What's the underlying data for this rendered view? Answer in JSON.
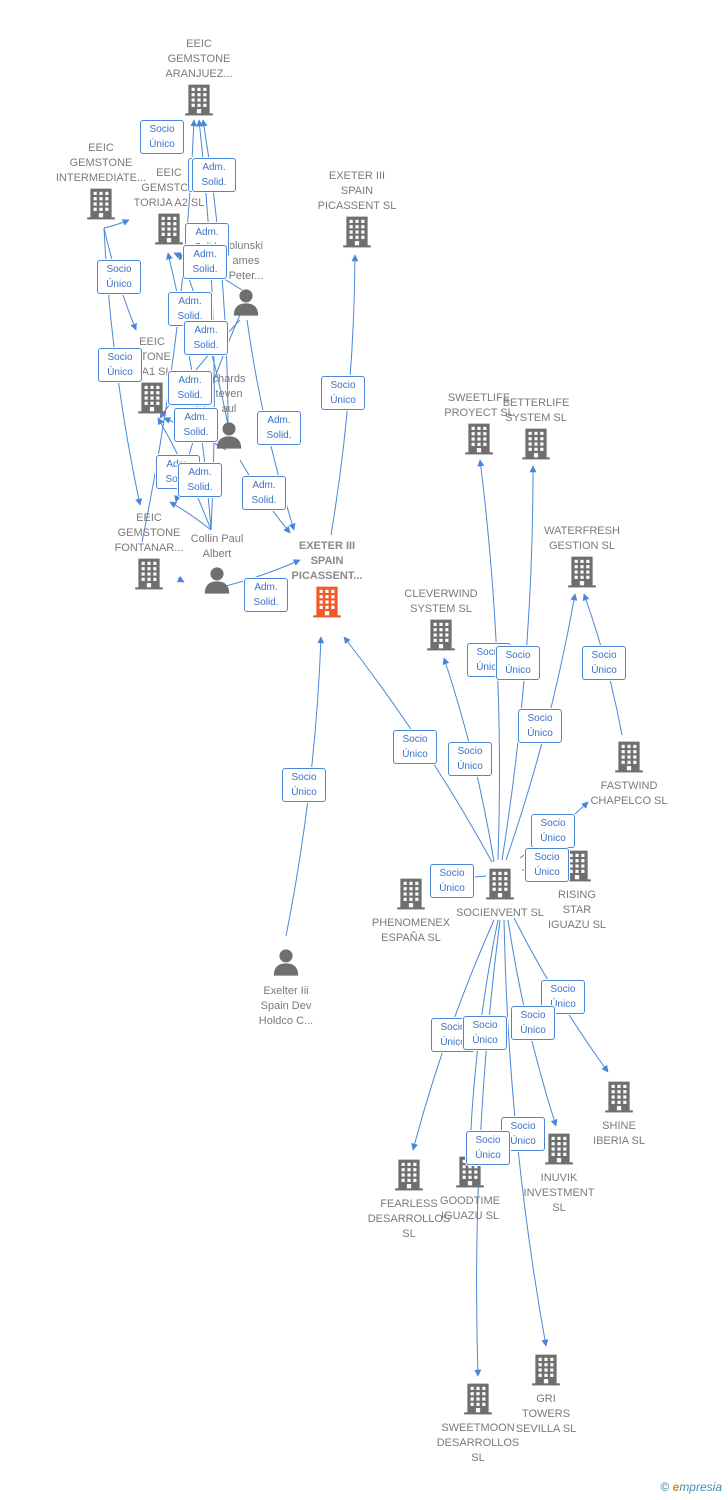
{
  "colors": {
    "edge": "#4a86d8",
    "badge_border": "#4a86d8",
    "badge_text": "#3a72c6",
    "node_icon": "#6f6f6f",
    "main_icon": "#f05a28",
    "label": "#7a7a7a"
  },
  "nodes": [
    {
      "id": "aranjuez",
      "kind": "company",
      "label": "EEIC\nGEMSTONE\nARANJUEZ...",
      "icon": "building-icon"
    },
    {
      "id": "intermediate",
      "kind": "company",
      "label": "EEIC\nGEMSTONE\nINTERMEDIATE...",
      "icon": "building-icon"
    },
    {
      "id": "torija",
      "kind": "company",
      "label": "EEIC\nGEMSTON\nTORIJA A2 SL",
      "icon": "building-icon"
    },
    {
      "id": "picassent_top",
      "kind": "company",
      "label": "EXETER III\nSPAIN\nPICASSENT SL",
      "icon": "building-icon"
    },
    {
      "id": "kolunski",
      "kind": "person",
      "label": "olunski\names\nPeter...",
      "icon": "person-icon"
    },
    {
      "id": "a1",
      "kind": "company",
      "label": "EEIC\nSTONE\nA A1 SL",
      "icon": "building-icon"
    },
    {
      "id": "richards",
      "kind": "person",
      "label": "chards\nteven\naul",
      "icon": "person-icon"
    },
    {
      "id": "fontanar",
      "kind": "company",
      "label": "EEIC\nGEMSTONE\nFONTANAR...",
      "icon": "building-icon"
    },
    {
      "id": "collin",
      "kind": "person",
      "label": "Collin Paul\nAlbert",
      "icon": "person-icon"
    },
    {
      "id": "main",
      "kind": "company",
      "main": true,
      "label": "EXETER III\nSPAIN\nPICASSENT...",
      "icon": "building-icon"
    },
    {
      "id": "exelter",
      "kind": "person",
      "label": "Exelter Iii\nSpain Dev\nHoldco C...",
      "icon": "person-icon"
    },
    {
      "id": "sweetlife",
      "kind": "company",
      "label": "SWEETLIFE\nPROYECT SL",
      "icon": "building-icon"
    },
    {
      "id": "betterlife",
      "kind": "company",
      "label": "BETTERLIFE\nSYSTEM SL",
      "icon": "building-icon"
    },
    {
      "id": "waterfresh",
      "kind": "company",
      "label": "WATERFRESH\nGESTION SL",
      "icon": "building-icon"
    },
    {
      "id": "cleverwind",
      "kind": "company",
      "label": "CLEVERWIND\nSYSTEM SL",
      "icon": "building-icon"
    },
    {
      "id": "fastwind",
      "kind": "company",
      "label": "FASTWIND\nCHAPELCO SL",
      "icon": "building-icon"
    },
    {
      "id": "rising",
      "kind": "company",
      "label": "RISING\nSTAR\nIGUAZU SL",
      "icon": "building-icon"
    },
    {
      "id": "phenomenex",
      "kind": "company",
      "label": "PHENOMENEX\nESPAÑA SL",
      "icon": "building-icon"
    },
    {
      "id": "socienvent",
      "kind": "company",
      "label": "SOCIENVENT SL",
      "icon": "building-icon"
    },
    {
      "id": "shine",
      "kind": "company",
      "label": "SHINE\nIBERIA SL",
      "icon": "building-icon"
    },
    {
      "id": "inuvik",
      "kind": "company",
      "label": "INUVIK\nINVESTMENT\nSL",
      "icon": "building-icon"
    },
    {
      "id": "fearless",
      "kind": "company",
      "label": "FEARLESS\nDESARROLLOS\nSL",
      "icon": "building-icon"
    },
    {
      "id": "goodtime",
      "kind": "company",
      "label": "GOODTIME\nIGUAZU SL",
      "icon": "building-icon"
    },
    {
      "id": "gri",
      "kind": "company",
      "label": "GRI\nTOWERS\nSEVILLA SL",
      "icon": "building-icon"
    },
    {
      "id": "sweetmoon",
      "kind": "company",
      "label": "SWEETMOON\nDESARROLLOS\nSL",
      "icon": "building-icon"
    }
  ],
  "edges": [
    {
      "from": "collin",
      "to": "aranjuez",
      "label": "Adm.\nSolid."
    },
    {
      "from": "richards",
      "to": "aranjuez",
      "label": "Adm.\nSolid."
    },
    {
      "from": "fontanar",
      "to": "aranjuez",
      "label": "Socio\nÚnico"
    },
    {
      "from": "intermediate",
      "to": "a1",
      "label": "Socio\nÚnico"
    },
    {
      "from": "intermediate",
      "to": "fontanar",
      "label": "Socio\nÚnico"
    },
    {
      "from": "intermediate",
      "to": "torija",
      "label": ""
    },
    {
      "from": "collin",
      "to": "torija",
      "label": "Adm.\nSolid."
    },
    {
      "from": "kolunski",
      "to": "torija",
      "label": "Adm.\nSolid."
    },
    {
      "from": "richards",
      "to": "torija",
      "label": "Adm.\nSolid."
    },
    {
      "from": "kolunski",
      "to": "a1",
      "label": "Adm.\nSolid."
    },
    {
      "from": "collin",
      "to": "a1",
      "label": "Adm.\nSolid."
    },
    {
      "from": "richards",
      "to": "a1",
      "label": "Adm.\nSolid."
    },
    {
      "from": "kolunski",
      "to": "main",
      "label": "Adm.\nSolid."
    },
    {
      "from": "richards",
      "to": "main",
      "label": "Adm.\nSolid."
    },
    {
      "from": "collin",
      "to": "fontanar",
      "label": "Adm.\nSolid."
    },
    {
      "from": "kolunski",
      "to": "fontanar",
      "label": "Adm.\nSolid."
    },
    {
      "from": "fontanar",
      "to": "collin",
      "label": ""
    },
    {
      "from": "collin",
      "to": "main",
      "label": "Adm.\nSolid."
    },
    {
      "from": "main",
      "to": "picassent_top",
      "label": "Socio\nÚnico"
    },
    {
      "from": "exelter",
      "to": "main",
      "label": "Socio\nÚnico"
    },
    {
      "from": "socienvent",
      "to": "main",
      "label": "Socio\nÚnico"
    },
    {
      "from": "socienvent",
      "to": "sweetlife",
      "label": "Socio\nÚnico"
    },
    {
      "from": "socienvent",
      "to": "betterlife",
      "label": "Socio\nÚnico"
    },
    {
      "from": "socienvent",
      "to": "waterfresh",
      "label": "Socio\nÚnico"
    },
    {
      "from": "fastwind",
      "to": "waterfresh",
      "label": "Socio\nÚnico"
    },
    {
      "from": "socienvent",
      "to": "cleverwind",
      "label": "Socio\nÚnico"
    },
    {
      "from": "socienvent",
      "to": "fastwind",
      "label": "Socio\nÚnico"
    },
    {
      "from": "socienvent",
      "to": "rising",
      "label": "Socio\nÚnico"
    },
    {
      "from": "socienvent",
      "to": "phenomenex",
      "label": "Socio\nÚnico"
    },
    {
      "from": "socienvent",
      "to": "shine",
      "label": "Socio\nÚnico"
    },
    {
      "from": "socienvent",
      "to": "inuvik",
      "label": "Socio\nÚnico"
    },
    {
      "from": "socienvent",
      "to": "fearless",
      "label": "Socio\nÚnico"
    },
    {
      "from": "socienvent",
      "to": "goodtime",
      "label": "Socio\nÚnico"
    },
    {
      "from": "socienvent",
      "to": "gri",
      "label": "Socio\nÚnico"
    },
    {
      "from": "socienvent",
      "to": "sweetmoon",
      "label": "Socio\nÚnico"
    }
  ],
  "copyright": {
    "symbol": "©",
    "brand_e": "e",
    "brand_rest": "mpresia"
  }
}
